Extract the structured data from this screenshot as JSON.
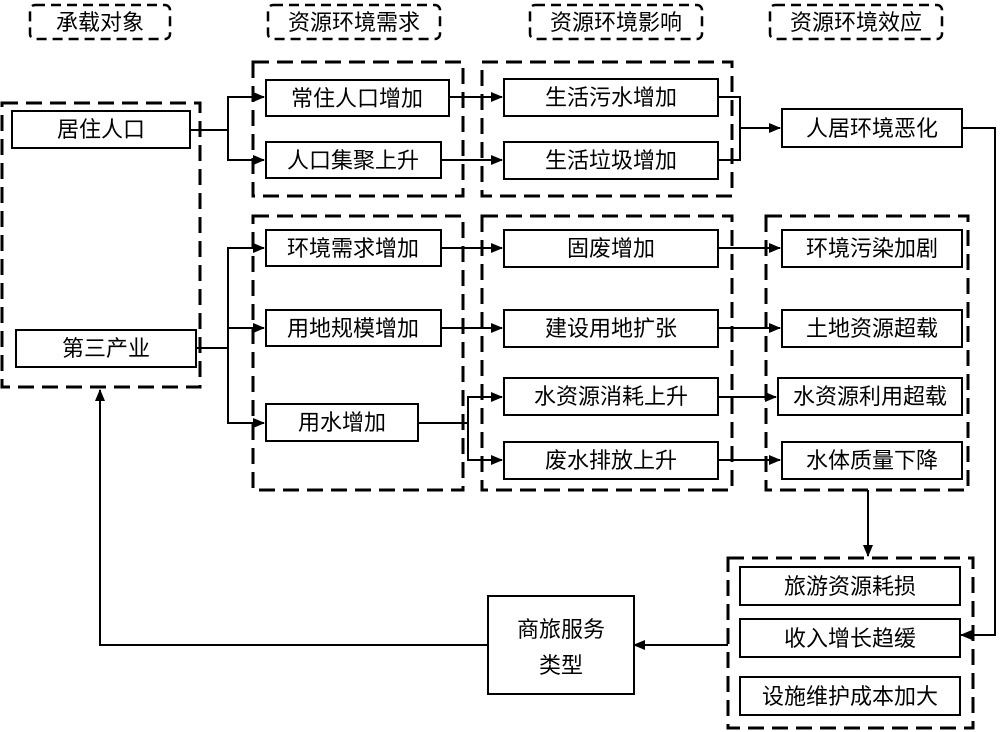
{
  "headers": {
    "carrier": "承载对象",
    "demand": "资源环境需求",
    "impact": "资源环境影响",
    "effect": "资源环境效应"
  },
  "carriers": {
    "resident": "居住人口",
    "tertiary": "第三产业"
  },
  "demands": {
    "pop_increase": "常住人口增加",
    "pop_gather": "人口集聚上升",
    "env_demand": "环境需求增加",
    "land_scale": "用地规模增加",
    "water_use": "用水增加"
  },
  "impacts": {
    "sewage": "生活污水增加",
    "garbage": "生活垃圾增加",
    "solid_waste": "固废增加",
    "land_expand": "建设用地扩张",
    "water_consume": "水资源消耗上升",
    "wastewater": "废水排放上升"
  },
  "effects": {
    "habitat": "人居环境恶化",
    "pollution": "环境污染加剧",
    "land_overload": "土地资源超载",
    "water_overload": "水资源利用超载",
    "water_quality": "水体质量下降"
  },
  "consequences": {
    "tourism_loss": "旅游资源耗损",
    "income_slow": "收入增长趋缓",
    "maintenance_cost": "设施维护成本加大"
  },
  "service": {
    "line1": "商旅服务",
    "line2": "类型"
  }
}
